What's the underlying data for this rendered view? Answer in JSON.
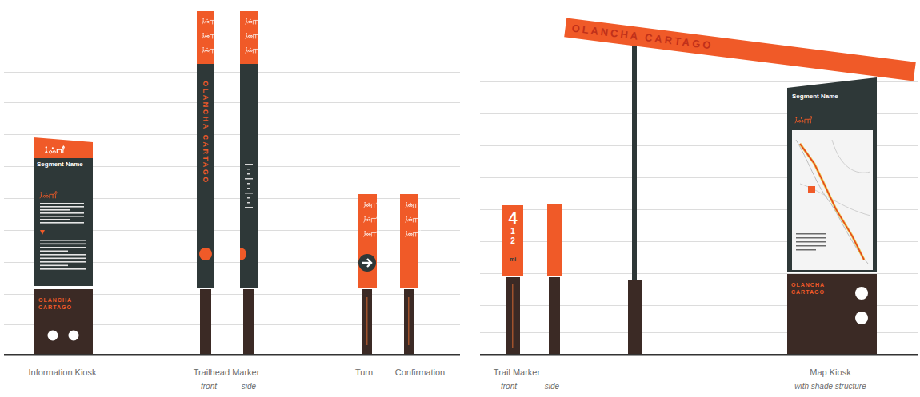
{
  "diagram": {
    "nodes": [
      {
        "text": [
          "Segment Name"
        ]
      },
      {
        "text": [
          "OLANCHA CARTAGO"
        ]
      },
      {
        "text": [
          "OLANCHA CARTAGO"
        ]
      },
      {
        "text": [
          "OLANCHA CARTAGO"
        ]
      },
      {
        "text": [
          "4",
          "1",
          "2",
          "mi"
        ]
      },
      {
        "text": [
          "Segment Name"
        ]
      },
      {
        "text": [
          "OLANCHA CARTAGO"
        ]
      }
    ],
    "labels": [
      "Information Kiosk",
      "Trailhead Marker",
      "front",
      "side",
      "Turn",
      "Confirmation",
      "Trail Marker",
      "front",
      "side",
      "Map Kiosk",
      "with shade structure"
    ]
  }
}
